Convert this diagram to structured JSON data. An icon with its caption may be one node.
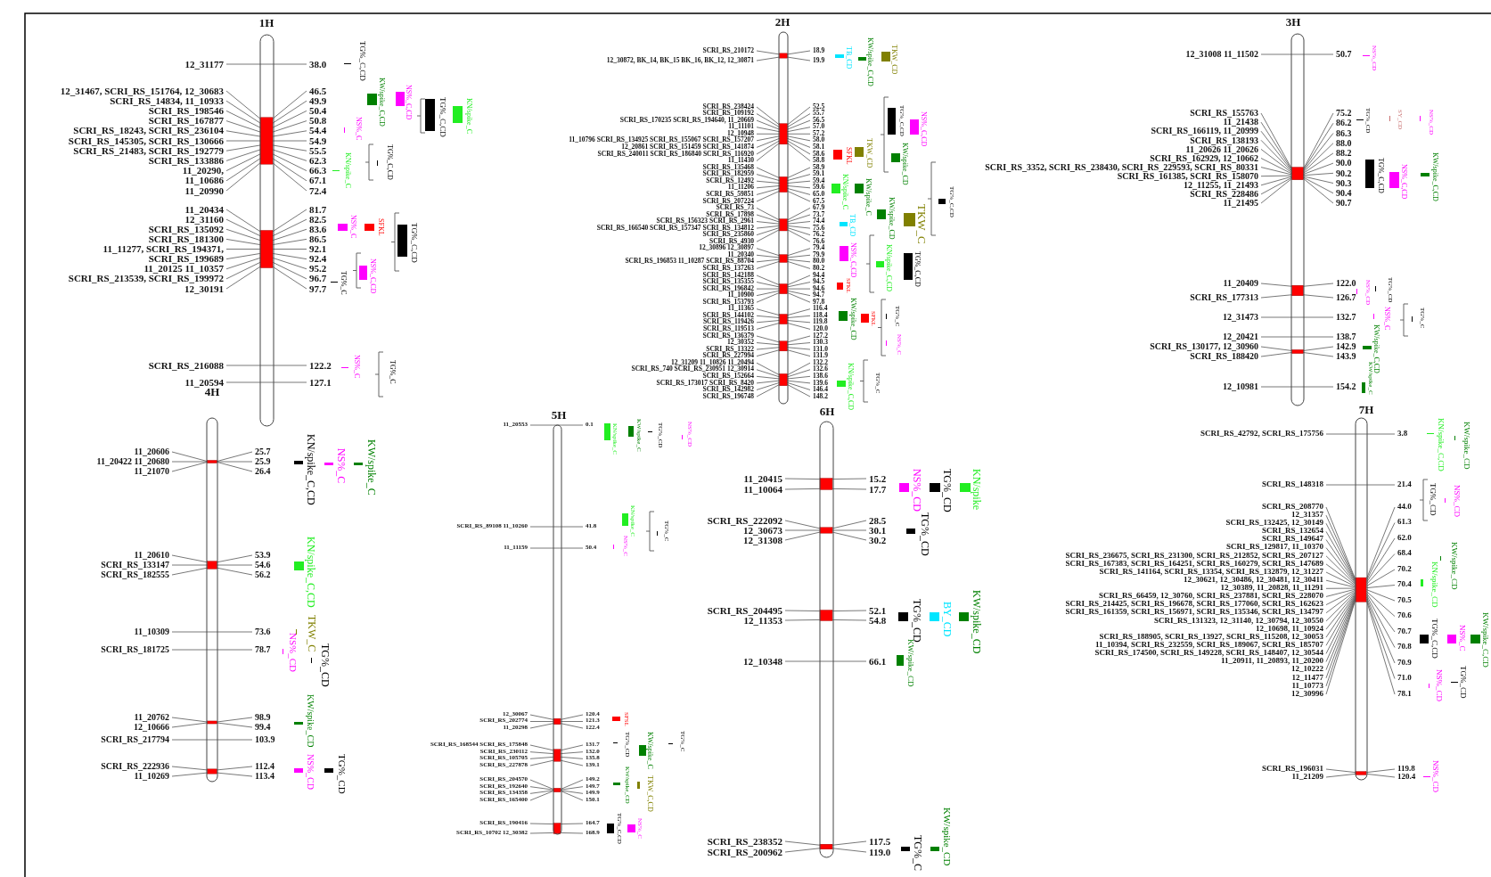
{
  "diagram": {
    "nodes": [
      {
        "text": [
          "1H"
        ]
      },
      {
        "text": [
          "2H"
        ]
      },
      {
        "text": [
          "3H"
        ]
      },
      {
        "text": [
          "4H"
        ]
      },
      {
        "text": [
          "5H"
        ]
      },
      {
        "text": [
          "6H"
        ]
      },
      {
        "text": [
          "7H"
        ]
      }
    ],
    "labels": [
      "12_31177",
      "12_31467, SCRI_RS_151764, 12_30683",
      "SCRI_RS_14834, 11_10933",
      "SCRI_RS_198546",
      "SCRI_RS_167877",
      "SCRI_RS_18243, SCRI_RS_236104",
      "SCRI_RS_145305, SCRI_RS_130666",
      "SCRI_RS_21483, SCRI_RS_192779",
      "SCRI_RS_133886",
      "11_20290,",
      "11_10686",
      "11_20990",
      "11_20434",
      "12_31160",
      "SCRI_RS_135092",
      "SCRI_RS_181300",
      "11_11277, SCRI_RS_194371,",
      "SCRI_RS_199689",
      "11_20125 11_10357",
      "SCRI_RS_213539, SCRI_RS_199972",
      "12_30191",
      "SCRI_RS_216088",
      "11_20594",
      "38.0",
      "46.5",
      "49.9",
      "50.4",
      "50.8",
      "54.4",
      "54.9",
      "55.5",
      "62.3",
      "66.3",
      "67.1",
      "72.4",
      "81.7",
      "82.5",
      "83.6",
      "86.5",
      "92.1",
      "92.4",
      "95.2",
      "96.7",
      "97.7",
      "122.2",
      "127.1",
      "TG%_C,CD",
      "KW/spike_C,CD",
      "NS%_C,CD",
      "TG%_C,CD",
      "KN/spike_C",
      "NS%_C",
      "KN/spike_C",
      "TG%_C,CD",
      "NS%_C",
      "SFKL",
      "TG%_C,CD",
      "NS%_C,CD",
      "TG%_C",
      "NS%_C",
      "TG%_C",
      "SCRI_RS_210172",
      "12_30872, BK_14, BK_15 BK_16, BK_12, 12_30871",
      "SCRI_RS_238424",
      "SCRI_RS_109192",
      "SCRI_RS_170235 SCRI_RS_194640, 11_20669",
      "11_11101",
      "12_10948",
      "11_10796 SCRI_RS_134925 SCRI_RS_155067 SCRI_RS_157207",
      "12_20861 SCRI_RS_151459 SCRI_RS_141874",
      "SCRI_RS_240011 SCRI_RS_186840 SCRI_RS_116920",
      "11_11430",
      "SCRI_RS_135468",
      "SCRI_RS_182959",
      "SCRI_RS_12492",
      "11_11206",
      "SCRI_RS_59851",
      "SCRI_RS_207224",
      "SCRI_RS_73",
      "SCRI_RS_17898",
      "SCRI_RS_156323 SCRI_RS_2961",
      "SCRI_RS_166540 SCRI_RS_157347 SCRI_RS_134812",
      "SCRI_RS_235860",
      "SCRI_RS_4930",
      "12_30896 12_30897",
      "11_20340",
      "SCRI_RS_196853 11_10287 SCRI_RS_88704",
      "SCRI_RS_137263",
      "SCRI_RS_142188",
      "SCRI_RS_135355",
      "SCRI_RS_196842",
      "11_10900",
      "SCRI_RS_153793",
      "11_11365",
      "SCRI_RS_144102",
      "SCRI_RS_119426",
      "SCRI_RS_119513",
      "SCRI_RS_136379",
      "12_30352",
      "SCRI_RS_13322",
      "SCRI_RS_227994",
      "12_31209 11_10826 11_20494",
      "SCRI_RS_740 SCRI_RS_230951 12_30914",
      "SCRI_RS_152664",
      "SCRI_RS_173017 SCRI_RS_8420",
      "SCRI_RS_142982",
      "SCRI_RS_196748",
      "18.9",
      "19.9",
      "52.5",
      "55.7",
      "56.5",
      "57.0",
      "57.2",
      "58.0",
      "58.1",
      "58.6",
      "58.8",
      "58.9",
      "59.1",
      "59.4",
      "59.6",
      "65.0",
      "67.5",
      "67.9",
      "73.7",
      "74.4",
      "75.6",
      "76.2",
      "76.6",
      "79.4",
      "79.9",
      "80.0",
      "80.2",
      "94.4",
      "94.5",
      "94.6",
      "94.7",
      "97.8",
      "116.4",
      "118.4",
      "119.8",
      "120.0",
      "127.2",
      "130.3",
      "131.0",
      "131.9",
      "132.2",
      "132.6",
      "138.6",
      "139.6",
      "146.4",
      "148.2",
      "TB_CD",
      "KW/spike_C,CD",
      "TKW_CD",
      "TG%_C,CD",
      "NS%_C,CD",
      "SFKL",
      "TKW_CD",
      "KW/spike_CD",
      "KN/spike_C",
      "KW/spike_C",
      "TG%_C,CD",
      "KW/spike_CD",
      "TKW_C",
      "TB_CD",
      "NS%_C,CD",
      "KN/spike_C,CD",
      "TG%_C,CD",
      "SFKL",
      "KW/spike_CD",
      "SFKL",
      "TG%_C",
      "NS%_C",
      "KN/spike_C,CD",
      "TG%_C",
      "12_31008 11_11502",
      "SCRI_RS_155763",
      "11_21438",
      "SCRI_RS_166119, 11_20999",
      "SCRI_RS_138193",
      "11_20626 11_20626",
      "SCRI_RS_162929, 12_10662",
      "SCRI_RS_3352, SCRI_RS_238430, SCRI_RS_229593, SCRI_RS_80331",
      "SCRI_RS_161385, SCRI_RS_158070",
      "12_11255, 11_21493",
      "SCRI_RS_228486",
      "11_21495",
      "11_20409",
      "SCRI_RS_177313",
      "12_31473",
      "12_20421",
      "SCRI_RS_130177, 12_30960",
      "SCRI_RS_188420",
      "12_10981",
      "50.7",
      "75.2",
      "86.2",
      "86.3",
      "88.0",
      "88.2",
      "90.0",
      "90.2",
      "90.3",
      "90.4",
      "90.7",
      "122.0",
      "126.7",
      "132.7",
      "138.7",
      "142.9",
      "143.9",
      "154.2",
      "NS%_CD",
      "TG%_CD",
      "SY_CD",
      "NS%_CD",
      "TG%_C,CD",
      "NS%_C,CD",
      "KW/spike_C,CD",
      "NS%_CD",
      "TG%_CD",
      "NS%_C",
      "TG%_C",
      "KW/spike_C,CD",
      "KW/spike_C",
      "11_20606",
      "11_20422 11_20680",
      "11_21070",
      "11_20610",
      "SCRI_RS_133147",
      "SCRI_RS_182555",
      "11_10309",
      "SCRI_RS_181725",
      "11_20762",
      "12_10666",
      "SCRI_RS_217794",
      "SCRI_RS_222936",
      "11_10269",
      "25.7",
      "25.9",
      "26.4",
      "53.9",
      "54.6",
      "56.2",
      "73.6",
      "78.7",
      "98.9",
      "99.4",
      "103.9",
      "112.4",
      "113.4",
      "KN/spike_C,CD",
      "NS%_C",
      "KW/spike_C",
      "KN/spike_C,CD",
      "TKW_C",
      "NS%_CD",
      "TG%_CD",
      "KW/spike_CD",
      "NS%_CD",
      "TG%_CD",
      "11_20553",
      "SCRI_RS_89108 11_10260",
      "11_11159",
      "12_30067",
      "SCRI_RS_202774",
      "11_20298",
      "SCRI_RS_168544 SCRI_RS_175848",
      "SCRI_RS_230112",
      "SCRI_RS_105705",
      "SCRI_RS_227878",
      "SCRI_RS_204570",
      "SCRI_RS_192640",
      "SCRI_RS_134358",
      "SCRI_RS_165400",
      "SCRI_RS_190416",
      "SCRI_RS_10702 12_30382",
      "0.1",
      "41.8",
      "50.4",
      "120.4",
      "121.3",
      "122.4",
      "131.7",
      "132.0",
      "135.8",
      "139.1",
      "149.2",
      "149.7",
      "149.9",
      "150.1",
      "164.7",
      "168.9",
      "KN/spike_C",
      "KW/spike_C",
      "TG%_CD",
      "NS%_CD",
      "KN/spike_C",
      "TG%_C",
      "NS%_C",
      "SFSL",
      "TG%_CD",
      "KW/spike_C",
      "TG%_C",
      "KW/spike_CD",
      "TKW_C,CD",
      "TG%_C,CD",
      "NS%_C",
      "11_20415",
      "11_10064",
      "SCRI_RS_222092",
      "12_30673",
      "12_31308",
      "SCRI_RS_204495",
      "12_11353",
      "12_10348",
      "SCRI_RS_238352",
      "SCRI_RS_200962",
      "15.2",
      "17.7",
      "28.5",
      "30.1",
      "30.2",
      "52.1",
      "54.8",
      "66.1",
      "117.5",
      "119.0",
      "NS%_CD",
      "TG%_CD",
      "KN/spike",
      "TG%_CD",
      "TG%_CD",
      "BY_CD",
      "KW/spike_CD",
      "KW/spike_CD",
      "TG%_C",
      "KW/spike_CD",
      "SCRI_RS_42792, SCRI_RS_175756",
      "SCRI_RS_148318",
      "SCRI_RS_208770",
      "12_31357",
      "SCRI_RS_132425, 12_30149",
      "SCRI_RS_132654",
      "SCRI_RS_149647",
      "SCRI_RS_129817, 11_10370",
      "SCRI_RS_236675, SCRI_RS_231300, SCRI_RS_212852, SCRI_RS_207127",
      "SCRI_RS_167383, SCRI_RS_164251, SCRI_RS_160279, SCRI_RS_147689",
      "SCRI_RS_141164, SCRI_RS_13354, SCRI_RS_132879, 12_31227",
      "12_30621, 12_30486, 12_30481, 12_30411",
      "12_30389, 11_20828, 11_11291",
      "SCRI_RS_66459, 12_30760, SCRI_RS_237881, SCRI_RS_228070",
      "SCRI_RS_214425, SCRI_RS_196678, SCRI_RS_177060, SCRI_RS_162623",
      "SCRI_RS_161359, SCRI_RS_156971, SCRI_RS_135346, SCRI_RS_134797",
      "SCRI_RS_131323, 12_31140, 12_30794, 12_30550",
      "12_10698, 11_10924",
      "SCRI_RS_188905, SCRI_RS_13927, SCRI_RS_115208, 12_30053",
      "11_10394, SCRI_RS_232559, SCRI_RS_189067, SCRI_RS_185707",
      "SCRI_RS_174500, SCRI_RS_149228, SCRI_RS_148407, 12_30544",
      "11_20911, 11_20893, 11_20200",
      "12_10222",
      "12_11477",
      "11_10773",
      "12_30996",
      "SCRI_RS_196031",
      "11_21209",
      "3.8",
      "21.4",
      "44.0",
      "61.3",
      "62.0",
      "68.4",
      "70.2",
      "70.4",
      "70.5",
      "70.6",
      "70.7",
      "70.8",
      "70.9",
      "71.0",
      "78.1",
      "119.8",
      "120.4",
      "KN/spike_C,CD",
      "KW/spike_CD",
      "TG%_CD",
      "NS%_CD",
      "KN/spike_CD",
      "KW/spike_CD",
      "TG%_C,CD",
      "NS%_C",
      "KW/spike_C,CD",
      "NS%_CD",
      "TG%_CD",
      "NS%_CD"
    ]
  }
}
